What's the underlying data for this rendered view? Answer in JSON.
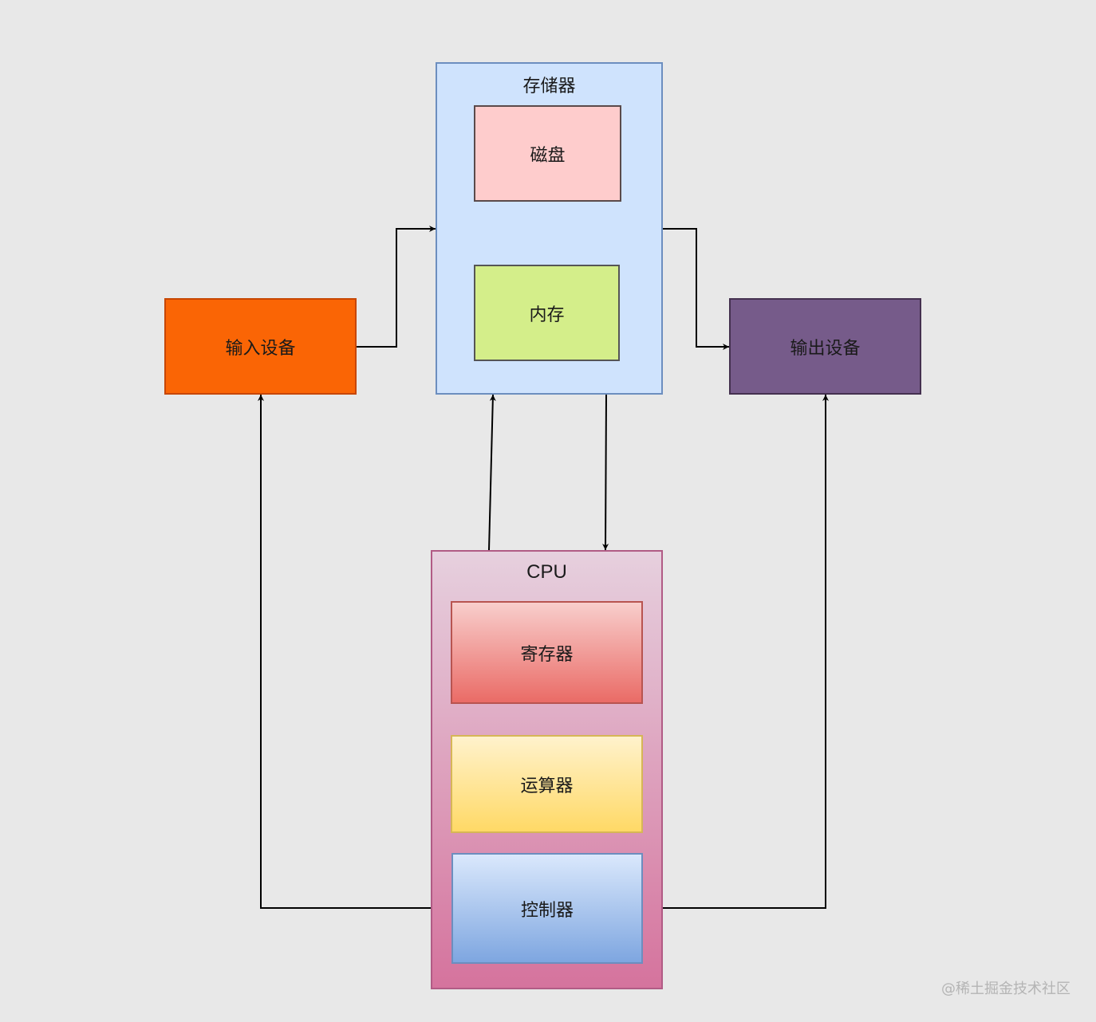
{
  "storage": {
    "title": "存储器",
    "disk": "磁盘",
    "memory": "内存"
  },
  "input_device": "输入设备",
  "output_device": "输出设备",
  "cpu": {
    "title": "CPU",
    "register": "寄存器",
    "alu": "运算器",
    "controller": "控制器"
  },
  "watermark": "@稀土掘金技术社区",
  "colors": {
    "background": "#e8e8e8",
    "storage_fill": "#cfe3fd",
    "disk_fill": "#fecccc",
    "memory_fill": "#d4ee8a",
    "input_fill": "#fa6505",
    "output_fill": "#765b8a",
    "cpu_fill_top": "#e6d0de",
    "cpu_fill_bottom": "#d5739d"
  }
}
